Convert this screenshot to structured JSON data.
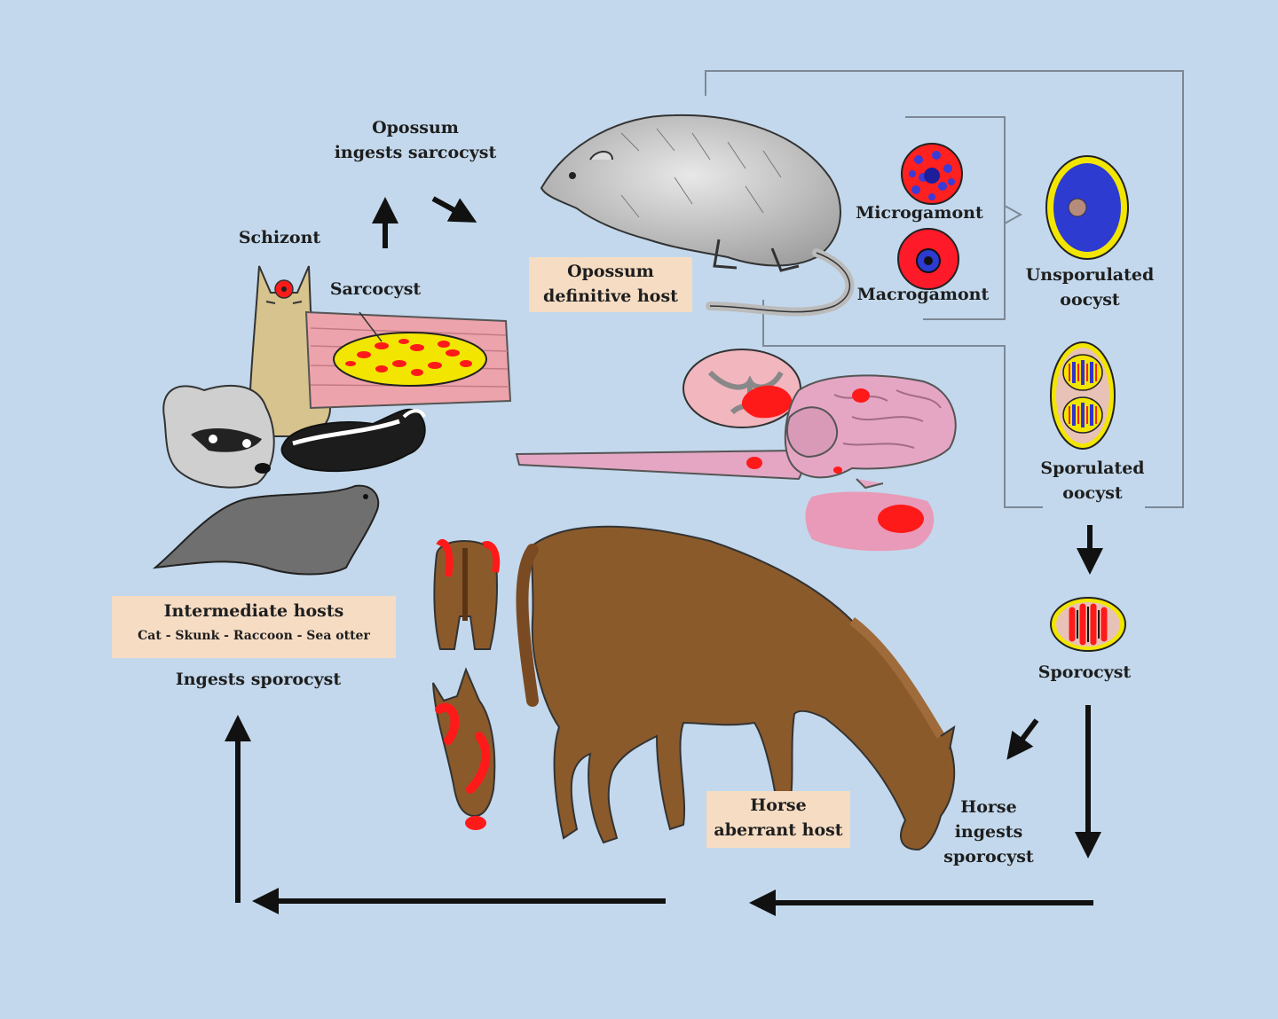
{
  "labels": {
    "opossum_ingests": [
      "Opossum",
      "ingests   sarcocyst"
    ],
    "schizont": "Schizont",
    "sarcocyst": "Sarcocyst",
    "microgamont": "Microgamont",
    "macrogamont": "Macrogamont",
    "unsporulated": [
      "Unsporulated",
      "oocyst"
    ],
    "sporulated": [
      "Sporulated",
      "oocyst"
    ],
    "sporocyst": "Sporocyst",
    "horse_ingests": [
      "Horse",
      "ingests",
      "sporocyst"
    ],
    "ingests_sporocyst": "Ingests   sporocyst"
  },
  "boxes": {
    "opossum_host": [
      "Opossum",
      "definitive host"
    ],
    "intermediate_hosts": [
      "Intermediate hosts",
      "Cat - Skunk - Raccoon - Sea otter"
    ],
    "horse_host": [
      "Horse",
      "aberrant host"
    ]
  },
  "colors": {
    "background": "#c3d8ec",
    "label_box": "#f5dcc3",
    "lesion_red": "#ff1a1a",
    "oocyst_yellow": "#f2e600",
    "oocyst_blue": "#2d3bd1",
    "horse_brown": "#8b5a2b",
    "tissue_pink": "#e8a9bb",
    "arrow": "#111111"
  }
}
